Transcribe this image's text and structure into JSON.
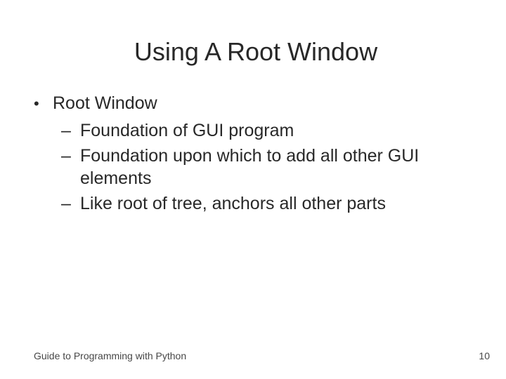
{
  "slide": {
    "title": "Using A Root Window",
    "content": {
      "bullet": {
        "marker": "•",
        "label": "Root Window",
        "sub_marker": "–",
        "sub_items": [
          "Foundation of GUI program",
          "Foundation upon which to add all other GUI elements",
          "Like root of tree, anchors all other parts"
        ]
      }
    },
    "footer": {
      "left_text": "Guide to Programming with Python",
      "page_number": "10"
    },
    "colors": {
      "background": "#ffffff",
      "text": "#282828",
      "footer_text": "#474747"
    }
  }
}
